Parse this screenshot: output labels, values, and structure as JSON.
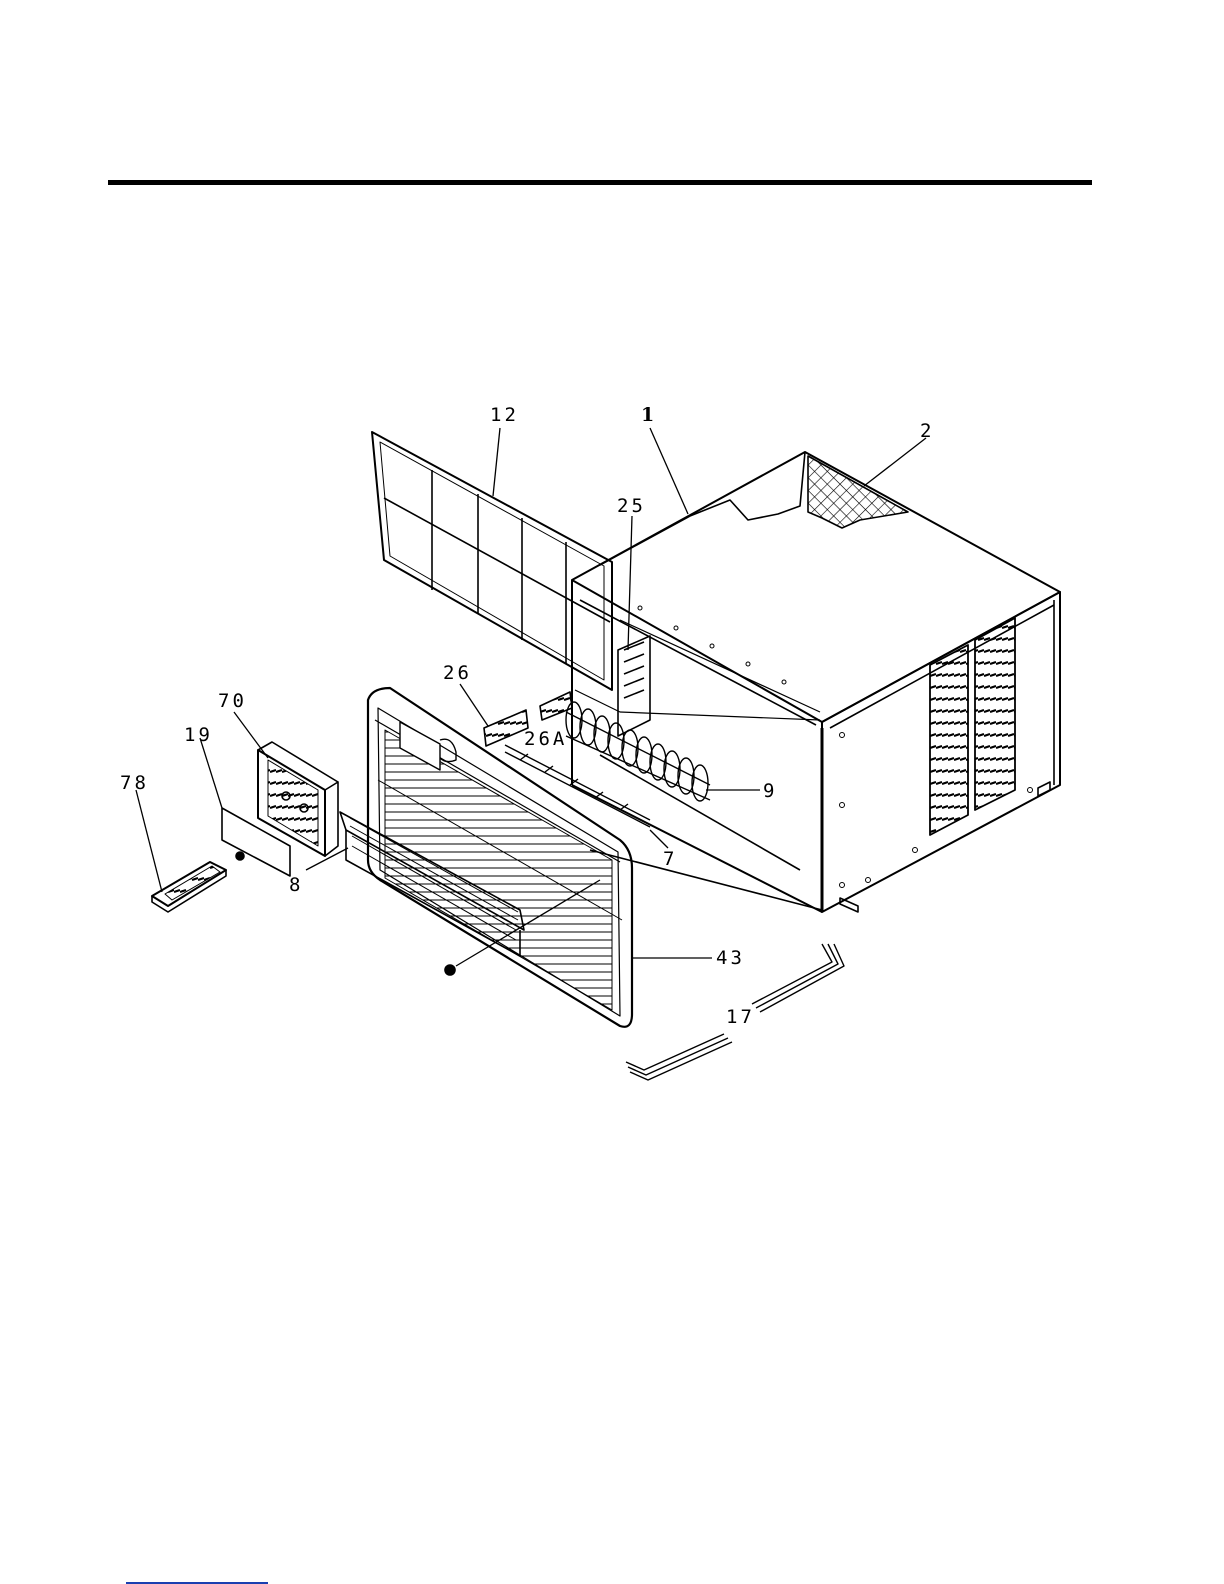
{
  "diagram": {
    "callouts": {
      "c12": "12",
      "c1": "1",
      "c2": "2",
      "c25": "25",
      "c26": "26",
      "c26a": "26A",
      "c70": "70",
      "c19": "19",
      "c78": "78",
      "c9": "9",
      "c7": "7",
      "c8": "8",
      "c43": "43",
      "c17": "17"
    },
    "parts": [
      "cabinet",
      "cabinet-mesh",
      "filter-frame",
      "bracket",
      "grille-insert",
      "grille-insert-alt",
      "control-panel",
      "panel-cover",
      "remote-control",
      "coil-clamps",
      "support-rail",
      "louver-assembly",
      "front-grille",
      "seal-strips"
    ]
  }
}
